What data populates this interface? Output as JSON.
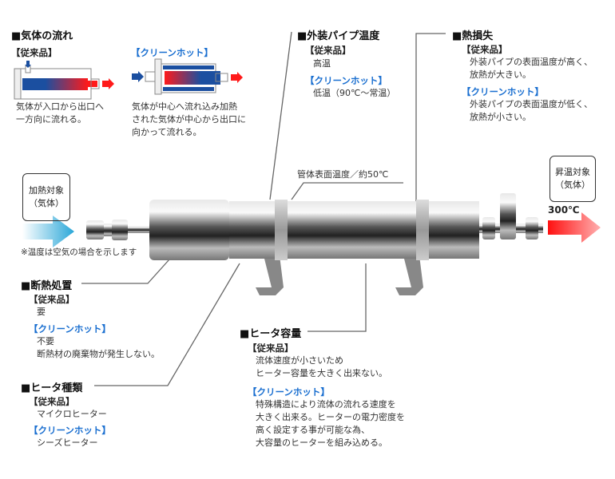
{
  "gas_flow": {
    "title": "■気体の流れ",
    "conventional": {
      "label": "【従来品】",
      "lines": [
        "気体が入口から出口へ",
        "一方向に流れる。"
      ]
    },
    "cleanhot": {
      "label": "【クリーンホット】",
      "lines": [
        "気体が中心へ流れ込み加熱",
        "された気体が中心から出口に",
        "向かって流れる。"
      ]
    }
  },
  "outer_pipe_temp": {
    "title": "■外装パイプ温度",
    "conventional": {
      "label": "【従来品】",
      "lines": [
        "高温"
      ]
    },
    "cleanhot": {
      "label": "【クリーンホット】",
      "lines": [
        "低温（90℃～常温）"
      ]
    }
  },
  "heat_loss": {
    "title": "■熱損失",
    "conventional": {
      "label": "【従来品】",
      "lines": [
        "外装パイプの表面温度が高く、",
        "放熱が大きい。"
      ]
    },
    "cleanhot": {
      "label": "【クリーンホット】",
      "lines": [
        "外装パイプの表面温度が低く、",
        "放熱が小さい。"
      ]
    }
  },
  "surface_temp": "管体表面温度／約50℃",
  "input_box": [
    "加熱対象",
    "（気体）"
  ],
  "output_box": [
    "昇温対象",
    "（気体）"
  ],
  "output_temp": "300℃",
  "note": "※温度は空気の場合を示します",
  "insulation": {
    "title": "■断熱処置",
    "conventional": {
      "label": "【従来品】",
      "lines": [
        "要"
      ]
    },
    "cleanhot": {
      "label": "【クリーンホット】",
      "lines": [
        "不要",
        "断熱材の廃棄物が発生しない。"
      ]
    }
  },
  "heater_type": {
    "title": "■ヒータ種類",
    "conventional": {
      "label": "【従来品】",
      "lines": [
        "マイクロヒーター"
      ]
    },
    "cleanhot": {
      "label": "【クリーンホット】",
      "lines": [
        "シーズヒーター"
      ]
    }
  },
  "heater_capacity": {
    "title": "■ヒータ容量",
    "conventional": {
      "label": "【従来品】",
      "lines": [
        "流体速度が小さいため",
        "ヒーター容量を大きく出来ない。"
      ]
    },
    "cleanhot": {
      "label": "【クリーンホット】",
      "lines": [
        "特殊構造により流体の流れる速度を",
        "大きく出来る。ヒーターの電力密度を",
        "高く設定する事が可能な為、",
        "大容量のヒーターを組み込める。"
      ]
    }
  },
  "colors": {
    "accent_blue": "#1a6fd0",
    "hot_red": "#ff1a1a",
    "cold_blue": "#1b4fa0"
  }
}
